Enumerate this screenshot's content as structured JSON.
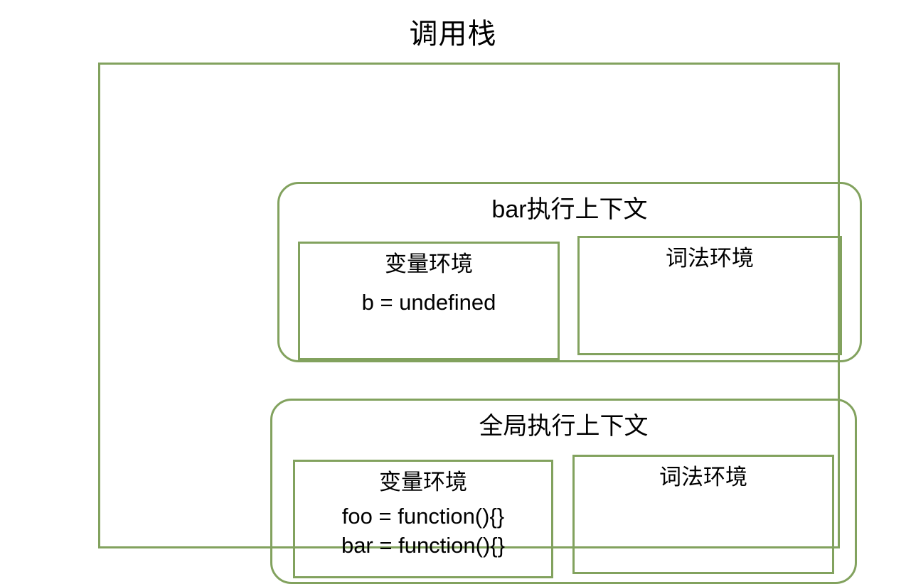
{
  "diagram": {
    "title": "调用栈",
    "accent_color": "#82a25e",
    "background_color": "#ffffff",
    "text_color": "#000000",
    "frame_name": "call-stack"
  },
  "contexts": [
    {
      "id": "bar",
      "title": "bar执行上下文",
      "environments": [
        {
          "id": "variable",
          "title": "变量环境",
          "entries": [
            "b = undefined"
          ]
        },
        {
          "id": "lexical",
          "title": "词法环境",
          "entries": []
        }
      ]
    },
    {
      "id": "global",
      "title": "全局执行上下文",
      "environments": [
        {
          "id": "variable",
          "title": "变量环境",
          "entries": [
            "foo = function(){}",
            "bar = function(){}"
          ]
        },
        {
          "id": "lexical",
          "title": "词法环境",
          "entries": []
        }
      ]
    }
  ]
}
